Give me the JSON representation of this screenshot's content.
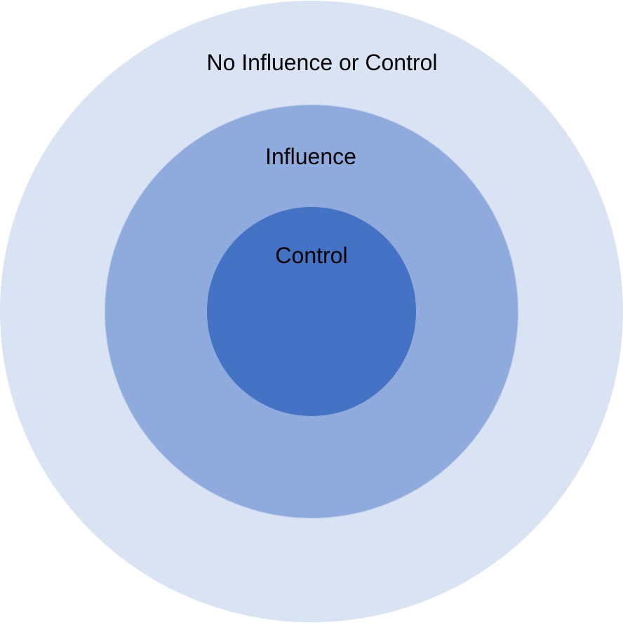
{
  "diagram": {
    "type": "concentric-circles",
    "circles": [
      {
        "id": "outer",
        "label": "No Influence or Control",
        "fill": "#dae3f3"
      },
      {
        "id": "middle",
        "label": "Influence",
        "fill": "#8faadc"
      },
      {
        "id": "inner",
        "label": "Control",
        "fill": "#4472c4"
      }
    ]
  }
}
